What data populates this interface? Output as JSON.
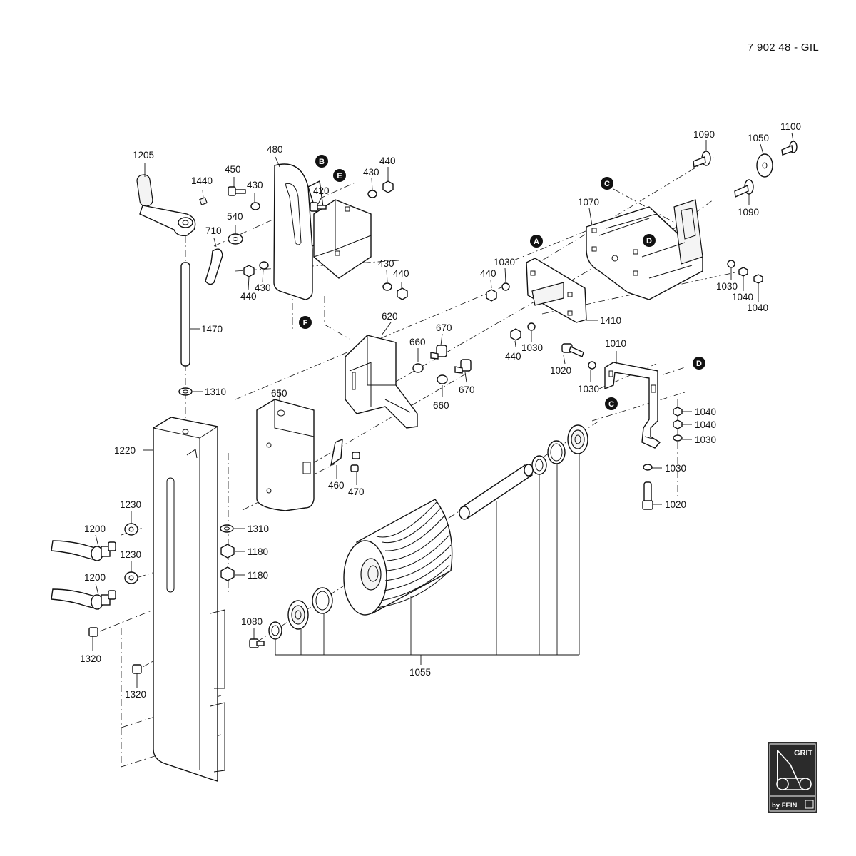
{
  "document_code": "7 902 48 -  GIL",
  "logo": {
    "brand": "GRIT",
    "tagline": "by FEIN"
  },
  "colors": {
    "ink": "#111111",
    "logo_bg": "#2b2b2b"
  },
  "markers": [
    "A",
    "B",
    "C",
    "D",
    "E",
    "F"
  ],
  "part_labels": {
    "p1205": "1205",
    "p1440": "1440",
    "p450": "450",
    "p430a": "430",
    "p480": "480",
    "p420": "420",
    "p430b": "430",
    "p440a": "440",
    "p540": "540",
    "p710": "710",
    "p440b": "440",
    "p430c": "430",
    "p430d": "430",
    "p440c": "440",
    "p1470": "1470",
    "p1310a": "1310",
    "p1220": "1220",
    "p620": "620",
    "p670a": "670",
    "p660a": "660",
    "p670b": "670",
    "p660b": "660",
    "p650": "650",
    "p460": "460",
    "p470": "470",
    "p1230a": "1230",
    "p1200a": "1200",
    "p1230b": "1230",
    "p1200b": "1200",
    "p1310b": "1310",
    "p1180a": "1180",
    "p1180b": "1180",
    "p1320a": "1320",
    "p1320b": "1320",
    "p1090a": "1090",
    "p1050": "1050",
    "p1100": "1100",
    "p1070": "1070",
    "p1090b": "1090",
    "p1030a": "1030",
    "p440d": "440",
    "p1410": "1410",
    "p440e": "440",
    "p1030b": "1030",
    "p1030c": "1030",
    "p1040a": "1040",
    "p1040b": "1040",
    "p1010": "1010",
    "p1020a": "1020",
    "p1030d": "1030",
    "p1040c": "1040",
    "p1040d": "1040",
    "p1030e": "1030",
    "p1030f": "1030",
    "p1020b": "1020",
    "p1080": "1080",
    "p1055": "1055"
  }
}
